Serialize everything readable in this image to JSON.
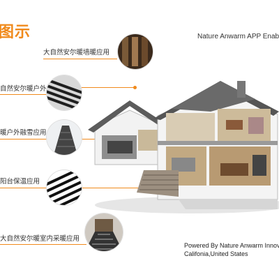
{
  "header": {
    "title": "图示",
    "tagline": "Nature Anwarm APP Enabl"
  },
  "applications": [
    {
      "label": "大自然安尔暖墙暖应用"
    },
    {
      "label": "自然安尔暖户外地暖应用"
    },
    {
      "label": "暖户外融雪应用"
    },
    {
      "label": "阳台保温应用"
    },
    {
      "label": "大自然安尔暖室内采暖应用"
    }
  ],
  "footer": {
    "line1": "Powered By Nature Anwarm Innovati",
    "line2": "Califonia,United States"
  },
  "colors": {
    "accent": "#f08a1c"
  }
}
